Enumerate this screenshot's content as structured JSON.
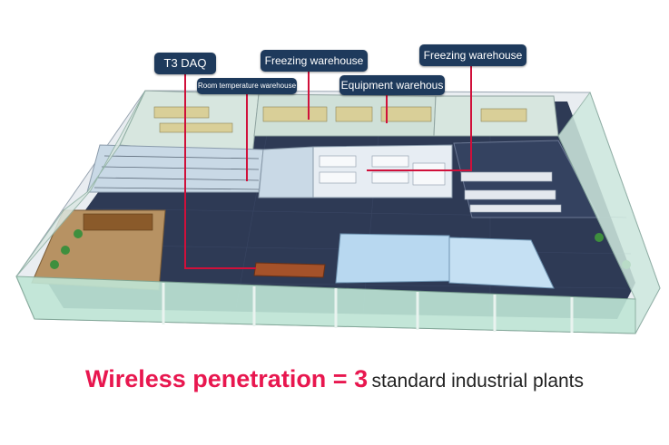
{
  "labels": {
    "t3_daq": "T3 DAQ",
    "freezing_warehouse_1": "Freezing warehouse",
    "room_temperature_warehouse": "Room temperature warehouse",
    "equipment_warehouse": "Equipment warehous",
    "freezing_warehouse_2": "Freezing warehouse"
  },
  "headline": {
    "emphasis": "Wireless penetration = 3",
    "rest": "standard industrial plants"
  },
  "colors": {
    "label_bg": "#1e3a5c",
    "headline_red": "#e8174f",
    "connector_red": "#d0103a",
    "floor": "#2e3a55",
    "wall_white": "#f4f6f8",
    "glass_green": "#bfe6d6",
    "room_blue": "#b8d8f0"
  }
}
